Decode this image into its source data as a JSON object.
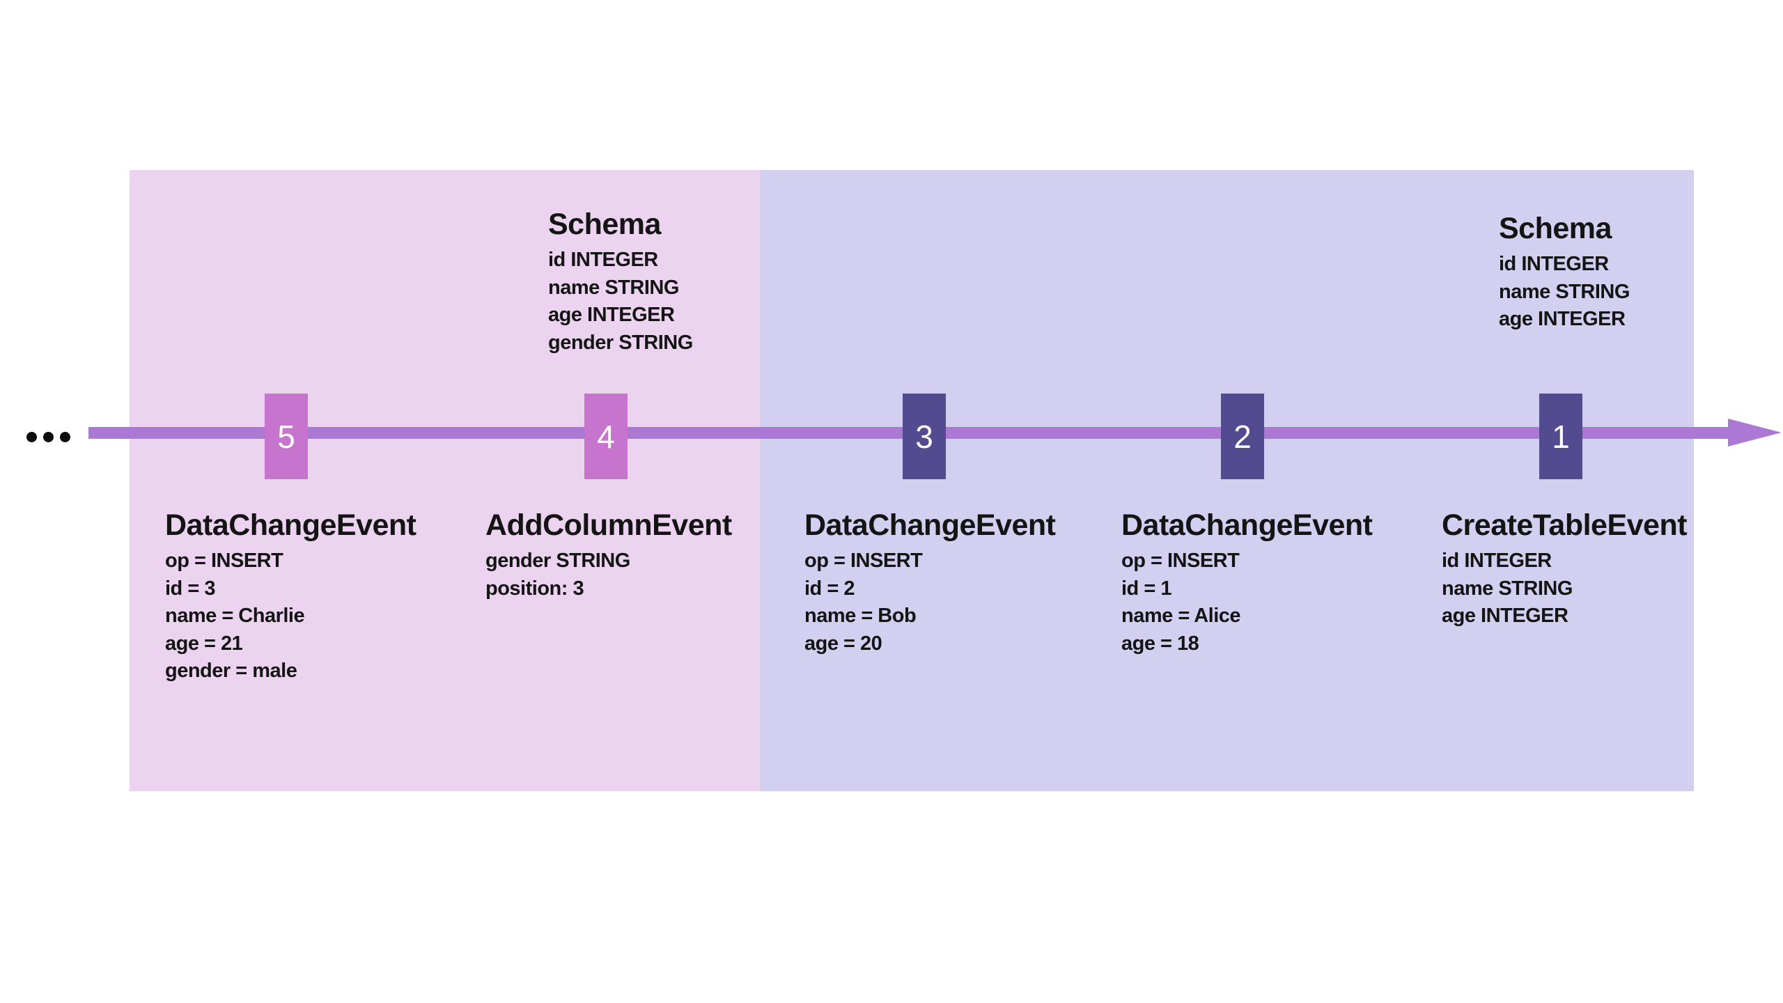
{
  "colors": {
    "background": "#ffffff",
    "schema_v2_region": "#ecd3ef",
    "schema_v1_region": "#d2cff0",
    "timeline": "#ab79d3",
    "marker_light": "#c674ce",
    "marker_dark": "#534b90",
    "marker_number_text": "#ffffff",
    "text": "#141414"
  },
  "timeline": {
    "ellipsis_icon": "three-dots",
    "markers": [
      {
        "label": "5",
        "variant": "light"
      },
      {
        "label": "4",
        "variant": "light"
      },
      {
        "label": "3",
        "variant": "dark"
      },
      {
        "label": "2",
        "variant": "dark"
      },
      {
        "label": "1",
        "variant": "dark"
      }
    ]
  },
  "schemas": [
    {
      "title": "Schema",
      "lines": [
        "id INTEGER",
        "name STRING",
        "age INTEGER",
        "gender STRING"
      ]
    },
    {
      "title": "Schema",
      "lines": [
        "id INTEGER",
        "name STRING",
        "age INTEGER"
      ]
    }
  ],
  "events": [
    {
      "marker": "5",
      "title": "DataChangeEvent",
      "lines": [
        "op = INSERT",
        "id = 3",
        "name = Charlie",
        "age = 21",
        "gender = male"
      ]
    },
    {
      "marker": "4",
      "title": "AddColumnEvent",
      "lines": [
        "gender STRING",
        "position: 3"
      ]
    },
    {
      "marker": "3",
      "title": "DataChangeEvent",
      "lines": [
        "op = INSERT",
        "id = 2",
        "name = Bob",
        "age = 20"
      ]
    },
    {
      "marker": "2",
      "title": "DataChangeEvent",
      "lines": [
        "op = INSERT",
        "id = 1",
        "name = Alice",
        "age = 18"
      ]
    },
    {
      "marker": "1",
      "title": "CreateTableEvent",
      "lines": [
        "id INTEGER",
        "name STRING",
        "age INTEGER"
      ]
    }
  ]
}
